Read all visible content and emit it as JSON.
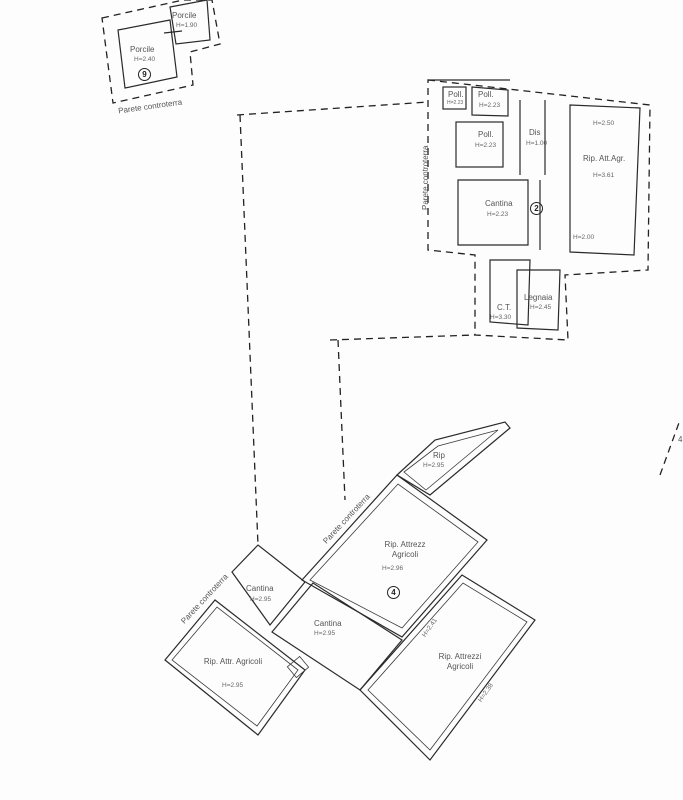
{
  "document": {
    "type": "floor-plan",
    "background": "#fdfdfd",
    "line_color": "#2a2a2a"
  },
  "unit9": {
    "number": "9",
    "rooms": [
      {
        "name": "Porcile",
        "height": "H=1.90"
      },
      {
        "name": "Porcile",
        "height": "H=2.40"
      }
    ],
    "wall_note": "Parete controterra"
  },
  "unit2": {
    "number": "2",
    "rooms": [
      {
        "name": "Poll.",
        "height": "H=2.23"
      },
      {
        "name": "Poll.",
        "height": "H=2.23"
      },
      {
        "name": "Poll.",
        "height": "H=2.23"
      },
      {
        "name": "Dis",
        "height": "H=1.00"
      },
      {
        "name": "Rip. Att.Agr.",
        "height": "H=3.61"
      },
      {
        "name": "Cantina",
        "height": "H=2.23"
      },
      {
        "name": "C.T.",
        "height": "H=3.30"
      },
      {
        "name": "Legnaia",
        "height": "H=2.45"
      }
    ],
    "extra_heights": [
      "H=2.50",
      "H=2.00"
    ],
    "wall_note": "Parete controterra"
  },
  "unit4": {
    "number": "4",
    "rooms": [
      {
        "name": "Rip",
        "height": "H=2.95"
      },
      {
        "name": "Rip. Attrezz Agricoli",
        "height": "H=2.96"
      },
      {
        "name": "Cantina",
        "height": "H=2.95"
      },
      {
        "name": "Cantina",
        "height": "H=2.95"
      },
      {
        "name": "Rip. Attr. Agricoli",
        "height": "H=2.95"
      },
      {
        "name": "Rip. Attrezzi Agricoli",
        "height": ""
      }
    ],
    "wall_heights": [
      "H=2.41",
      "H=2.38"
    ],
    "wall_notes": [
      "Parete controterra",
      "Parete controterra"
    ]
  },
  "side_fragment": {
    "label": "4"
  }
}
